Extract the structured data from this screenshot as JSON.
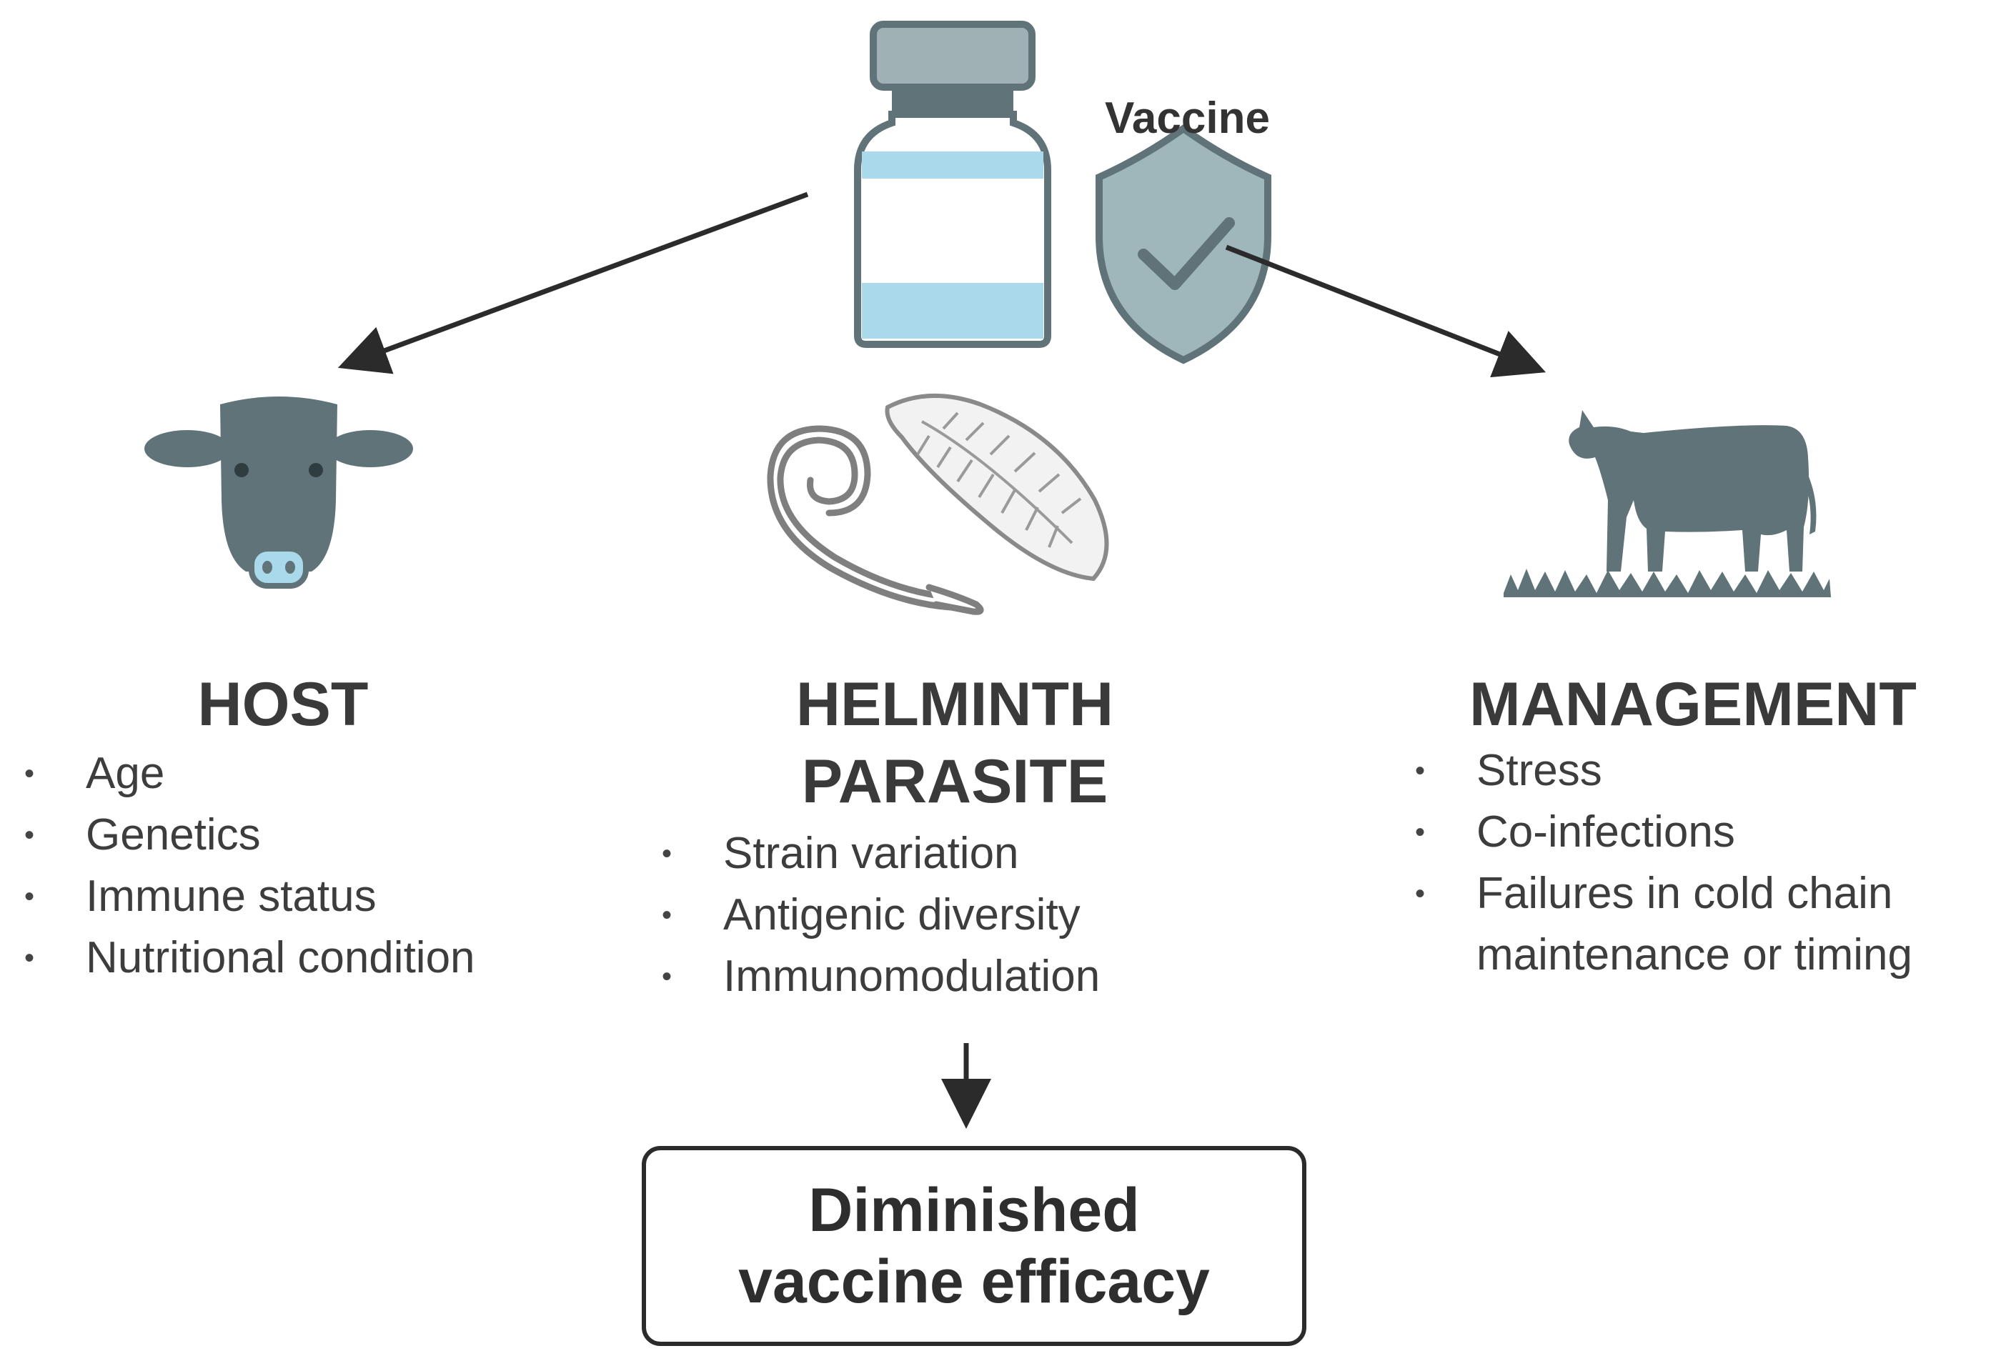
{
  "vaccine": {
    "label": "Vaccine"
  },
  "columns": [
    {
      "heading": [
        "HOST"
      ],
      "items": [
        "Age",
        "Genetics",
        "Immune status",
        "Nutritional condition"
      ]
    },
    {
      "heading": [
        "HELMINTH",
        "PARASITE"
      ],
      "items": [
        "Strain variation",
        "Antigenic diversity",
        "Immunomodulation"
      ]
    },
    {
      "heading": [
        "MANAGEMENT"
      ],
      "items": [
        "Stress",
        "Co-infections",
        "Failures in cold chain",
        "maintenance or timing"
      ]
    }
  ],
  "outcome": {
    "lines": [
      "Diminished",
      "vaccine efficacy"
    ]
  },
  "colors": {
    "icon": "#5f7379",
    "accent": "#a9d9ea",
    "shield": "#9fb6bb",
    "arrow": "#2b2b2b"
  },
  "icons": [
    "vaccine-bottle-icon",
    "shield-check-icon",
    "cow-head-icon",
    "helminth-worm-icon",
    "liver-fluke-icon",
    "grazing-cow-icon"
  ]
}
